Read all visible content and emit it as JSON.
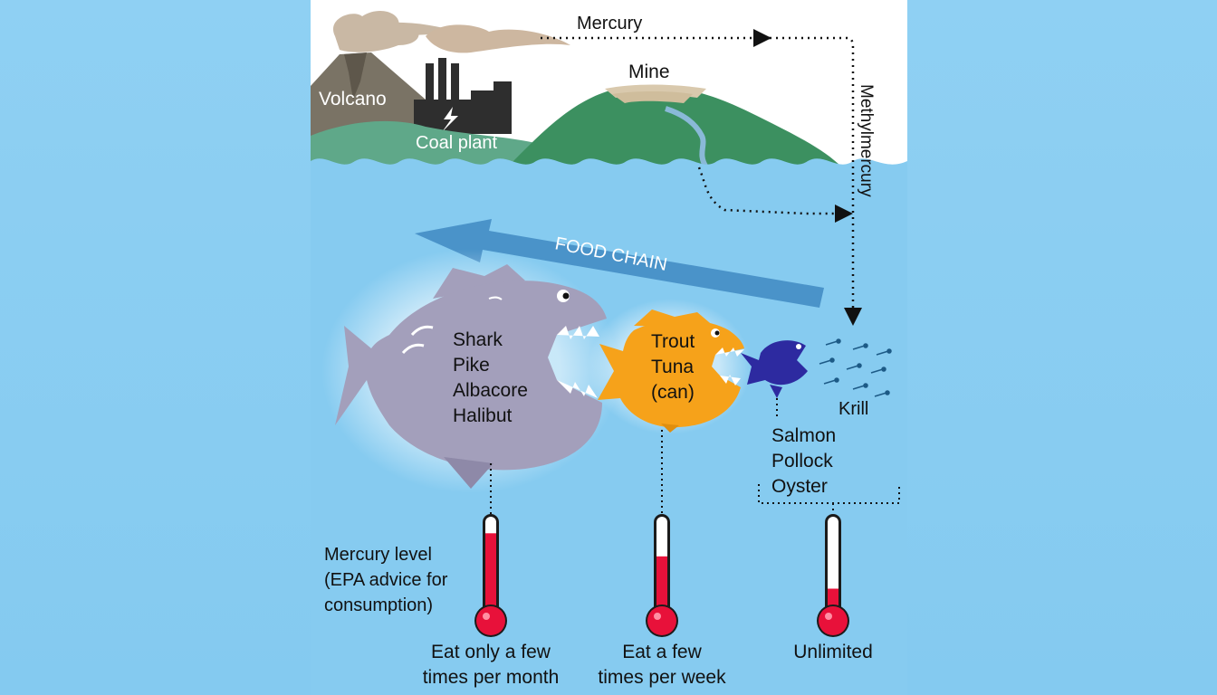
{
  "labels": {
    "mercury": "Mercury",
    "methylmercury": "Methylmercury",
    "volcano": "Volcano",
    "coal_plant": "Coal plant",
    "mine": "Mine",
    "food_chain": "FOOD CHAIN",
    "krill": "Krill",
    "mercury_level": [
      "Mercury level",
      "(EPA advice for",
      "consumption)"
    ]
  },
  "fish_groups": [
    {
      "species": [
        "Shark",
        "Pike",
        "Albacore",
        "Halibut"
      ],
      "mercury_level": 0.85,
      "advice": [
        "Eat only a few",
        "times per month"
      ]
    },
    {
      "species": [
        "Trout",
        "Tuna",
        "(can)"
      ],
      "mercury_level": 0.6,
      "advice": [
        "Eat a few",
        "times per week"
      ]
    },
    {
      "species": [
        "Salmon",
        "Pollock",
        "Oyster"
      ],
      "mercury_level": 0.25,
      "advice": [
        "Unlimited"
      ]
    }
  ],
  "colors": {
    "water": "#86cbf0",
    "sky": "#ffffff",
    "big_fish": "#a39fbb",
    "mid_fish": "#f6a21a",
    "small_fish": "#2d2aa0",
    "thermometer_fill": "#e8113a",
    "food_chain_arrow": "#4a93c9"
  }
}
